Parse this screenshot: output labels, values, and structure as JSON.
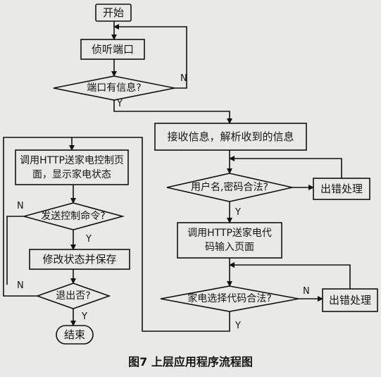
{
  "nodes": {
    "start": "开始",
    "listen": "侦听端口",
    "port_has_info": "端口有信息?",
    "receive": "接收信息，解析收到的信息",
    "auth": "用户名,密码合法?",
    "error1": "出错处理",
    "call_code_page": "调用HTTP送家电代码输入页面",
    "code_valid": "家电选择代码合法?",
    "error2": "出错处理",
    "call_control_page": "调用HTTP送家电控制页面，显示家电状态",
    "send_cmd": "发送控制命令?",
    "modify_save": "修改状态并保存",
    "exit": "退出否?",
    "end": "结束"
  },
  "edges": {
    "n": "N",
    "y": "Y"
  },
  "caption": "图7    上层应用程序流程图"
}
